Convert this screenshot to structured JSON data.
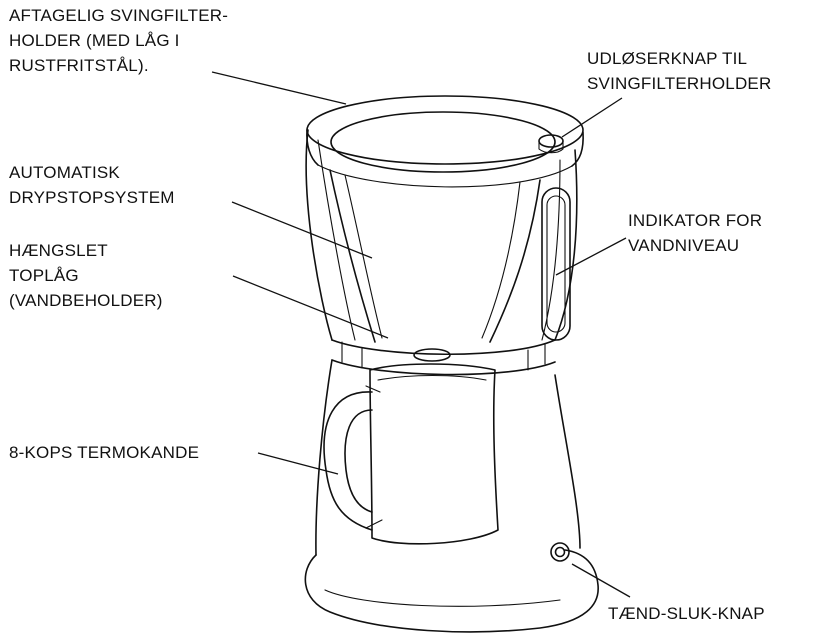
{
  "callouts": {
    "filter_holder": [
      "AFTAGELIG SVINGFILTER-",
      "HOLDER (MED LÅG I",
      "RUSTFRITSTÅL)."
    ],
    "release_button": [
      "UDLØSERKNAP TIL",
      "SVINGFILTERHOLDER"
    ],
    "drip_stop": [
      "AUTOMATISK",
      "DRYPSTOPSYSTEM"
    ],
    "water_level": [
      "INDIKATOR FOR",
      "VANDNIVEAU"
    ],
    "top_lid": [
      "HÆNGSLET",
      "TOPLÅG",
      "(VANDBEHOLDER)"
    ],
    "thermo_jug": [
      "8-KOPS TERMOKANDE"
    ],
    "power_switch": [
      "TÆND-SLUK-KNAP"
    ]
  }
}
